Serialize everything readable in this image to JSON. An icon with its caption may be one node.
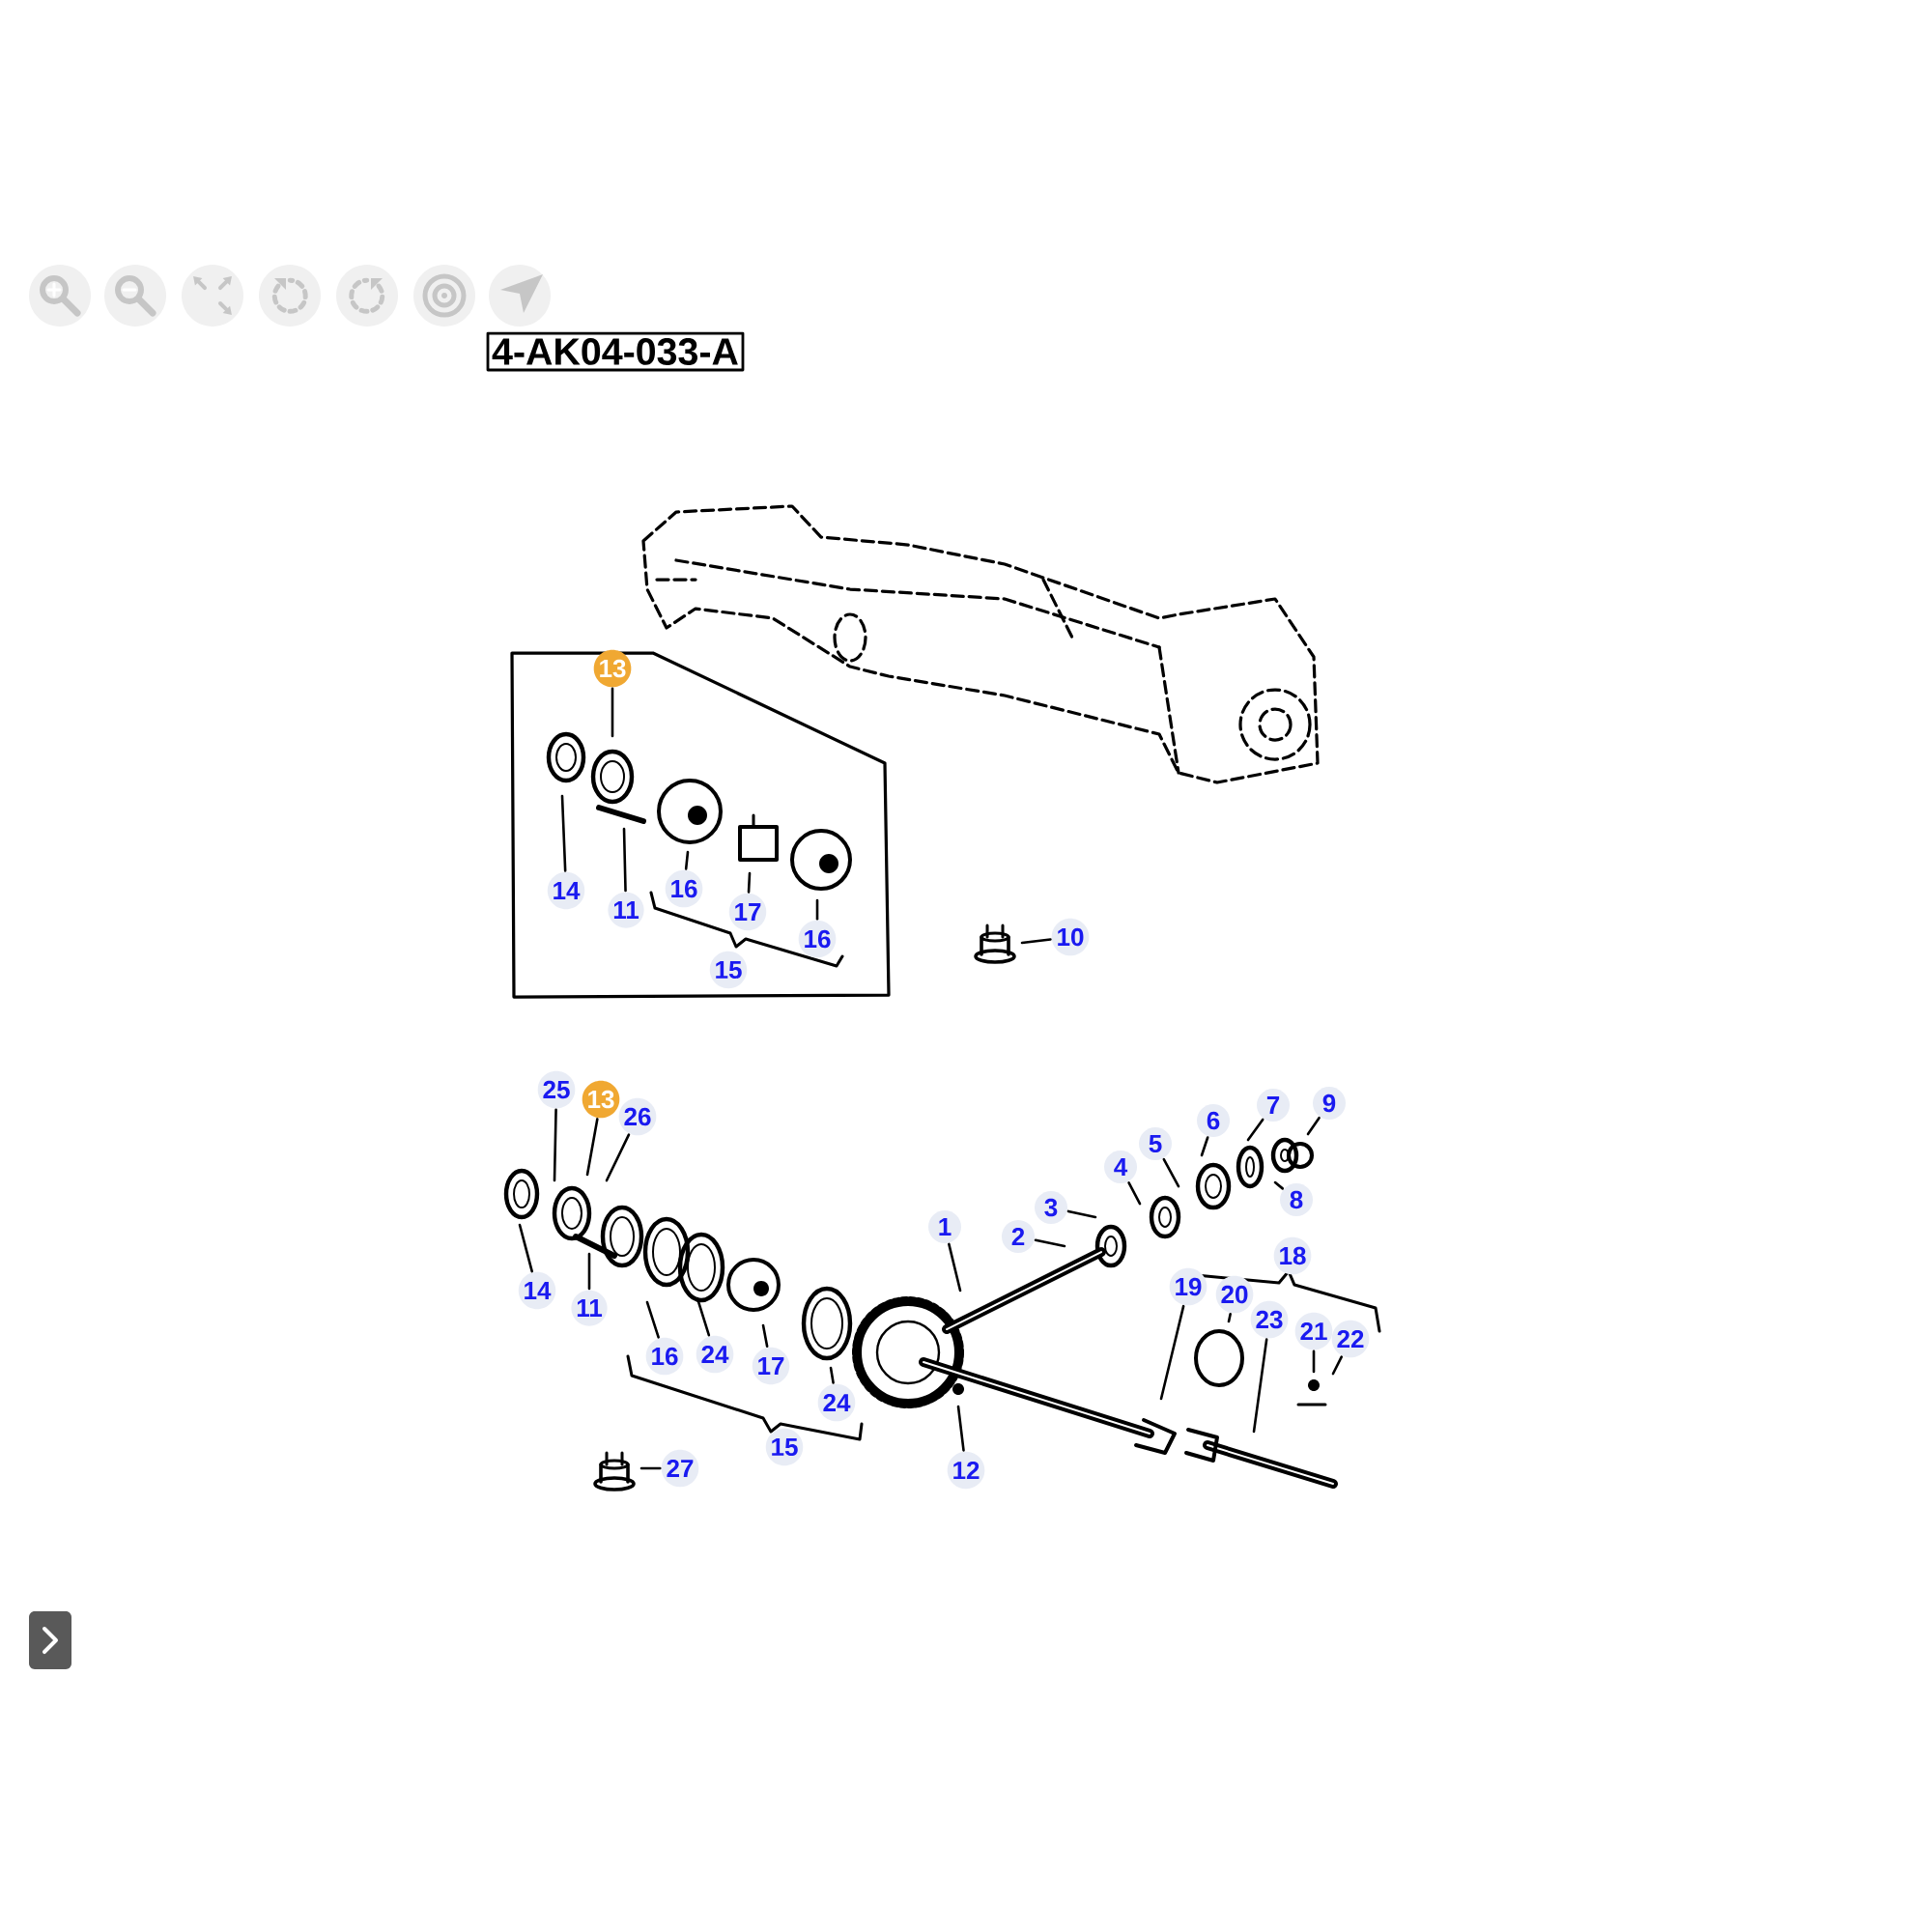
{
  "diagram": {
    "nodes": [
      {
        "text": [
          "4-AK04-033-A"
        ]
      },
      {
        "text": [
          "13"
        ]
      },
      {
        "text": [
          "14"
        ]
      },
      {
        "text": [
          "11"
        ]
      },
      {
        "text": [
          "16"
        ]
      },
      {
        "text": [
          "17"
        ]
      },
      {
        "text": [
          "16"
        ]
      },
      {
        "text": [
          "10"
        ]
      },
      {
        "text": [
          "25"
        ]
      },
      {
        "text": [
          "13"
        ]
      },
      {
        "text": [
          "26"
        ]
      },
      {
        "text": [
          "14"
        ]
      },
      {
        "text": [
          "11"
        ]
      },
      {
        "text": [
          "16"
        ]
      },
      {
        "text": [
          "24"
        ]
      },
      {
        "text": [
          "17"
        ]
      },
      {
        "text": [
          "24"
        ]
      },
      {
        "text": [
          "27"
        ]
      },
      {
        "text": [
          "1"
        ]
      },
      {
        "text": [
          "2"
        ]
      },
      {
        "text": [
          "3"
        ]
      },
      {
        "text": [
          "4"
        ]
      },
      {
        "text": [
          "5"
        ]
      },
      {
        "text": [
          "6"
        ]
      },
      {
        "text": [
          "7"
        ]
      },
      {
        "text": [
          "8"
        ]
      },
      {
        "text": [
          "9"
        ]
      },
      {
        "text": [
          "12"
        ]
      },
      {
        "text": [
          "19"
        ]
      },
      {
        "text": [
          "20"
        ]
      },
      {
        "text": [
          "23"
        ]
      },
      {
        "text": [
          "21"
        ]
      },
      {
        "text": [
          "22"
        ]
      },
      {
        "text": [
          "15"
        ]
      },
      {
        "text": [
          "18"
        ]
      },
      {
        "text": [
          "15"
        ]
      }
    ],
    "edges": [
      {
        "from": 1,
        "to": null,
        "arrow": "none"
      },
      {
        "from": 2,
        "to": null,
        "arrow": "none"
      },
      {
        "from": 3,
        "to": null,
        "arrow": "none"
      },
      {
        "from": 4,
        "to": null,
        "arrow": "none"
      },
      {
        "from": 5,
        "to": null,
        "arrow": "none"
      },
      {
        "from": 6,
        "to": null,
        "arrow": "none"
      },
      {
        "from": 7,
        "to": null,
        "arrow": "none"
      },
      {
        "from": 8,
        "to": null,
        "arrow": "none"
      },
      {
        "from": 9,
        "to": null,
        "arrow": "none"
      },
      {
        "from": 10,
        "to": null,
        "arrow": "none"
      },
      {
        "from": 11,
        "to": null,
        "arrow": "none"
      },
      {
        "from": 12,
        "to": null,
        "arrow": "none"
      },
      {
        "from": 13,
        "to": null,
        "arrow": "none"
      },
      {
        "from": 14,
        "to": null,
        "arrow": "none"
      },
      {
        "from": 15,
        "to": null,
        "arrow": "none"
      },
      {
        "from": 16,
        "to": null,
        "arrow": "none"
      },
      {
        "from": 17,
        "to": null,
        "arrow": "none"
      },
      {
        "from": 18,
        "to": null,
        "arrow": "none"
      },
      {
        "from": 19,
        "to": null,
        "arrow": "none"
      },
      {
        "from": 20,
        "to": null,
        "arrow": "none"
      },
      {
        "from": 21,
        "to": null,
        "arrow": "none"
      },
      {
        "from": 22,
        "to": null,
        "arrow": "none"
      },
      {
        "from": 23,
        "to": null,
        "arrow": "none"
      },
      {
        "from": 24,
        "to": null,
        "arrow": "none"
      },
      {
        "from": 25,
        "to": null,
        "arrow": "none"
      },
      {
        "from": 26,
        "to": null,
        "arrow": "none"
      },
      {
        "from": 27,
        "to": null,
        "arrow": "none"
      },
      {
        "from": 28,
        "to": null,
        "arrow": "none"
      },
      {
        "from": 29,
        "to": null,
        "arrow": "none"
      },
      {
        "from": 30,
        "to": null,
        "arrow": "none"
      },
      {
        "from": 31,
        "to": null,
        "arrow": "none"
      },
      {
        "from": 32,
        "to": null,
        "arrow": "none"
      }
    ]
  }
}
